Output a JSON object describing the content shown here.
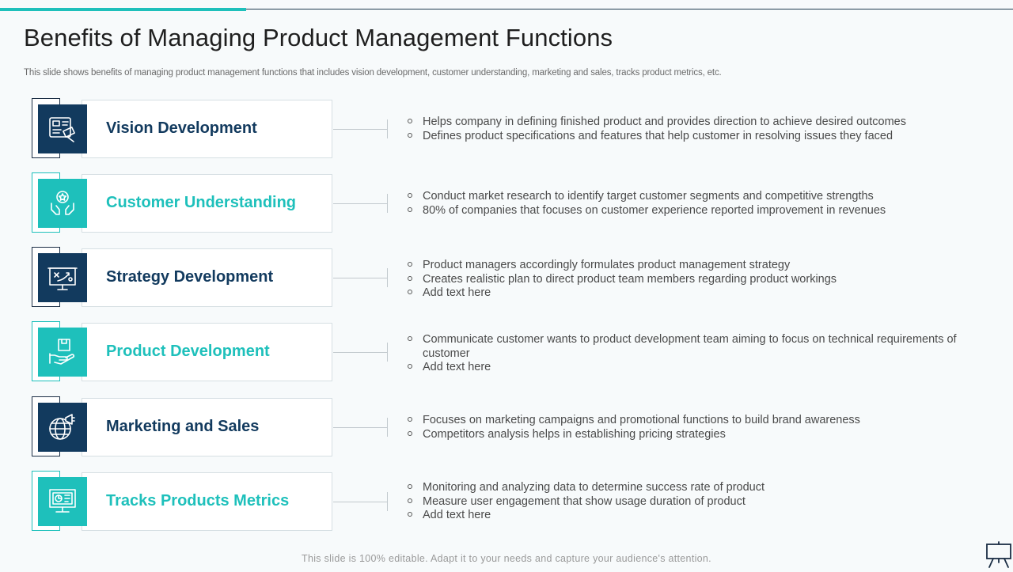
{
  "slide": {
    "title": "Benefits of Managing Product Management Functions",
    "subtitle": "This slide shows benefits of managing product management functions that includes vision development, customer understanding, marketing and sales, tracks product metrics, etc.",
    "footer": "This slide is 100% editable. Adapt it to your needs and capture your audience's attention."
  },
  "colors": {
    "navy": "#123a5e",
    "teal": "#1ec0bb",
    "text": "#4a4a4a"
  },
  "functions": [
    {
      "label": "Vision Development",
      "theme": "navy",
      "icon": "vision-board-icon",
      "bullets": [
        "Helps company in defining finished product and provides direction to achieve desired outcomes",
        "Defines product specifications and features that help customer in resolving issues they faced"
      ]
    },
    {
      "label": "Customer Understanding",
      "theme": "teal",
      "icon": "hands-star-icon",
      "bullets": [
        "Conduct market research to identify target customer segments and competitive strengths",
        "80% of companies that focuses on customer experience reported improvement in revenues"
      ]
    },
    {
      "label": "Strategy Development",
      "theme": "navy",
      "icon": "strategy-board-icon",
      "bullets": [
        "Product managers accordingly formulates product management strategy",
        "Creates realistic plan to direct product team members regarding product workings",
        "Add text here"
      ]
    },
    {
      "label": "Product Development",
      "theme": "teal",
      "icon": "hand-box-icon",
      "bullets": [
        "Communicate customer wants to product development team aiming to focus on technical requirements of customer",
        "Add text here"
      ]
    },
    {
      "label": "Marketing and Sales",
      "theme": "navy",
      "icon": "globe-megaphone-icon",
      "bullets": [
        "Focuses on marketing campaigns and promotional functions to build brand awareness",
        "Competitors analysis helps in establishing pricing strategies"
      ]
    },
    {
      "label": "Tracks Products Metrics",
      "theme": "teal",
      "icon": "monitor-dashboard-icon",
      "bullets": [
        "Monitoring and analyzing data to determine success rate of product",
        "Measure user engagement that show usage duration of product",
        "Add text here"
      ]
    }
  ]
}
